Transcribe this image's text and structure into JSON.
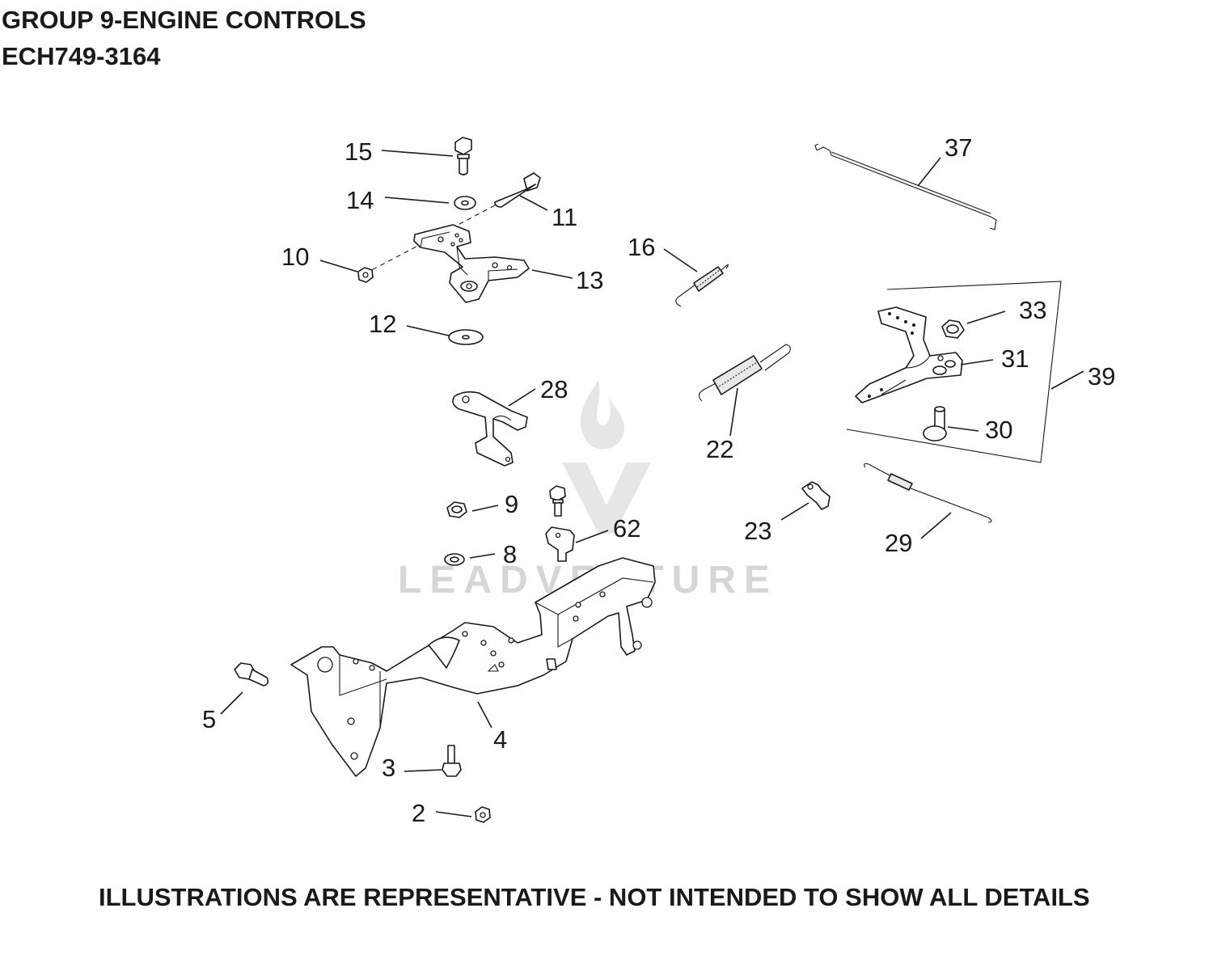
{
  "header": {
    "group_title": "GROUP 9-ENGINE CONTROLS",
    "model_code": "ECH749-3164"
  },
  "footer": {
    "disclaimer": "ILLUSTRATIONS ARE REPRESENTATIVE - NOT INTENDED TO SHOW ALL DETAILS"
  },
  "watermark": {
    "text": "LEADVENTURE"
  },
  "callouts": {
    "c2": "2",
    "c3": "3",
    "c4": "4",
    "c5": "5",
    "c8": "8",
    "c9": "9",
    "c10": "10",
    "c11": "11",
    "c12": "12",
    "c13": "13",
    "c14": "14",
    "c15": "15",
    "c16": "16",
    "c22": "22",
    "c23": "23",
    "c28": "28",
    "c29": "29",
    "c30": "30",
    "c31": "31",
    "c33": "33",
    "c37": "37",
    "c39": "39",
    "c62": "62"
  }
}
